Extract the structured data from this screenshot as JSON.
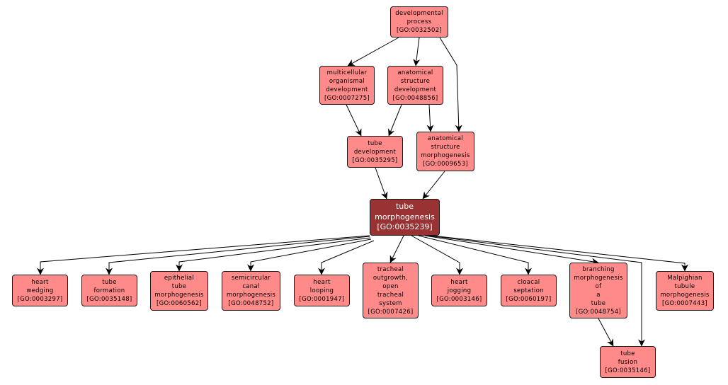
{
  "diagram": {
    "type": "GO term hierarchy",
    "focus_term_id": "GO:0035239",
    "colors": {
      "node_fill": "#ff8a8a",
      "focus_fill": "#993333",
      "node_border": "#1a1a1a",
      "edge": "#000000",
      "focus_text": "#ffffff"
    },
    "nodes": [
      {
        "key": "n0032502",
        "lines": [
          "developmental",
          "process"
        ],
        "go_id": "[GO:0032502]"
      },
      {
        "key": "n0007275",
        "lines": [
          "multicellular",
          "organismal",
          "development"
        ],
        "go_id": "[GO:0007275]"
      },
      {
        "key": "n0048856",
        "lines": [
          "anatomical",
          "structure",
          "development"
        ],
        "go_id": "[GO:0048856]"
      },
      {
        "key": "n0035295",
        "lines": [
          "tube",
          "development"
        ],
        "go_id": "[GO:0035295]"
      },
      {
        "key": "n0009653",
        "lines": [
          "anatomical",
          "structure",
          "morphogenesis"
        ],
        "go_id": "[GO:0009653]"
      },
      {
        "key": "n0035239",
        "lines": [
          "tube",
          "morphogenesis"
        ],
        "go_id": "[GO:0035239]",
        "focus": true
      },
      {
        "key": "n0003297",
        "lines": [
          "heart",
          "wedging"
        ],
        "go_id": "[GO:0003297]"
      },
      {
        "key": "n0035148",
        "lines": [
          "tube",
          "formation"
        ],
        "go_id": "[GO:0035148]"
      },
      {
        "key": "n0060562",
        "lines": [
          "epithelial",
          "tube",
          "morphogenesis"
        ],
        "go_id": "[GO:0060562]"
      },
      {
        "key": "n0048752",
        "lines": [
          "semicircular",
          "canal",
          "morphogenesis"
        ],
        "go_id": "[GO:0048752]"
      },
      {
        "key": "n0001947",
        "lines": [
          "heart",
          "looping"
        ],
        "go_id": "[GO:0001947]"
      },
      {
        "key": "n0007426",
        "lines": [
          "tracheal",
          "outgrowth,",
          "open",
          "tracheal",
          "system"
        ],
        "go_id": "[GO:0007426]"
      },
      {
        "key": "n0003146",
        "lines": [
          "heart",
          "jogging"
        ],
        "go_id": "[GO:0003146]"
      },
      {
        "key": "n0060197",
        "lines": [
          "cloacal",
          "septation"
        ],
        "go_id": "[GO:0060197]"
      },
      {
        "key": "n0048754",
        "lines": [
          "branching",
          "morphogenesis",
          "of",
          "a",
          "tube"
        ],
        "go_id": "[GO:0048754]"
      },
      {
        "key": "n0007443",
        "lines": [
          "Malpighian",
          "tubule",
          "morphogenesis"
        ],
        "go_id": "[GO:0007443]"
      },
      {
        "key": "n0035146",
        "lines": [
          "tube",
          "fusion"
        ],
        "go_id": "[GO:0035146]"
      }
    ],
    "edges": [
      {
        "from": "n0032502",
        "to": "n0007275"
      },
      {
        "from": "n0032502",
        "to": "n0048856"
      },
      {
        "from": "n0032502",
        "to": "n0009653"
      },
      {
        "from": "n0007275",
        "to": "n0035295"
      },
      {
        "from": "n0048856",
        "to": "n0035295"
      },
      {
        "from": "n0048856",
        "to": "n0009653"
      },
      {
        "from": "n0035295",
        "to": "n0035239"
      },
      {
        "from": "n0009653",
        "to": "n0035239"
      },
      {
        "from": "n0035239",
        "to": "n0003297"
      },
      {
        "from": "n0035239",
        "to": "n0035148"
      },
      {
        "from": "n0035239",
        "to": "n0060562"
      },
      {
        "from": "n0035239",
        "to": "n0048752"
      },
      {
        "from": "n0035239",
        "to": "n0001947"
      },
      {
        "from": "n0035239",
        "to": "n0007426"
      },
      {
        "from": "n0035239",
        "to": "n0003146"
      },
      {
        "from": "n0035239",
        "to": "n0060197"
      },
      {
        "from": "n0035239",
        "to": "n0048754"
      },
      {
        "from": "n0035239",
        "to": "n0035146"
      },
      {
        "from": "n0035239",
        "to": "n0007443"
      },
      {
        "from": "n0048754",
        "to": "n0035146"
      }
    ]
  }
}
